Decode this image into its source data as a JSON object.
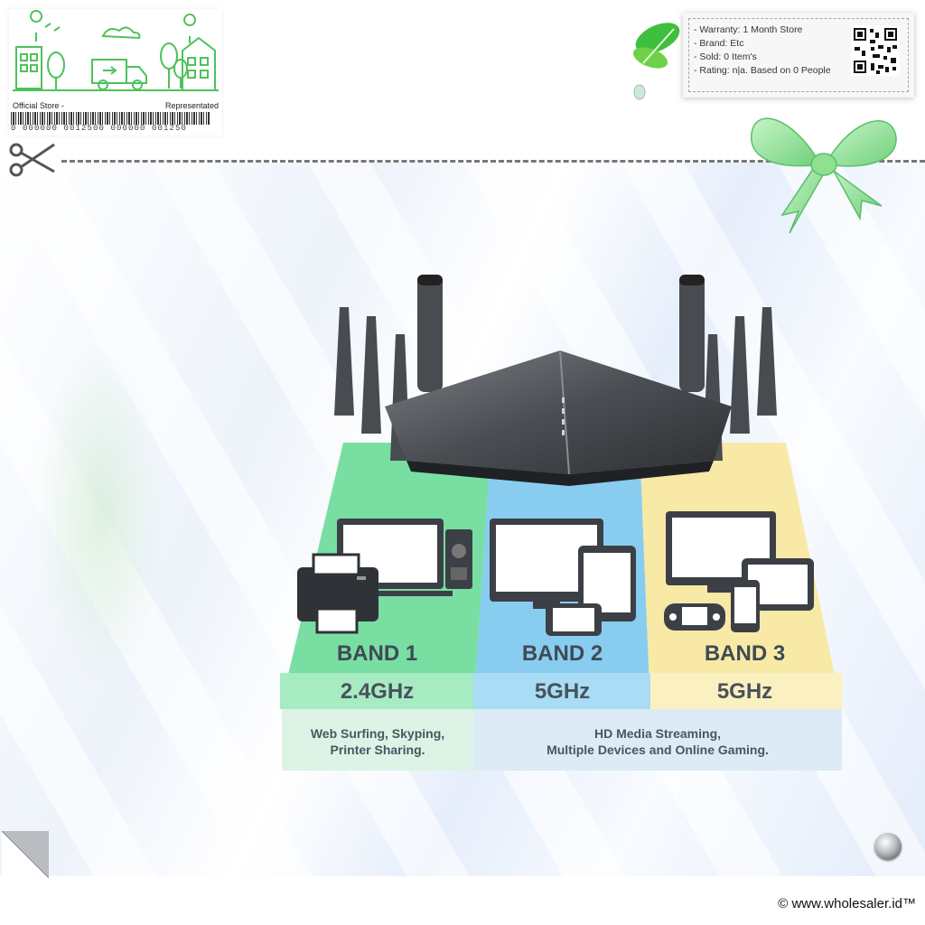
{
  "store_label": {
    "left_caption": "Official Store -",
    "right_caption": "Representаted",
    "barcode_text": "0 000000 0012500 000000 001250"
  },
  "info_card": {
    "warranty": "- Warranty: 1 Month Store",
    "brand": "- Brand: Etc",
    "sold": "- Sold: 0 Item's",
    "rating": "- Rating: n|a. Based on 0 People"
  },
  "bands": [
    {
      "title": "BAND 1",
      "frequency": "2.4GHz",
      "color": "#6fdc9c"
    },
    {
      "title": "BAND 2",
      "frequency": "5GHz",
      "color": "#7cc6ee"
    },
    {
      "title": "BAND 3",
      "frequency": "5GHz",
      "color": "#f7e69a"
    }
  ],
  "descriptions": {
    "band1_line1": "Web Surfing, Skyping,",
    "band1_line2": "Printer Sharing.",
    "band23_line1": "HD Media Streaming,",
    "band23_line2": "Multiple Devices and Online Gaming."
  },
  "icons": [
    "scissors-icon",
    "leaf-icon",
    "ribbon-bow-icon",
    "qr-code-icon",
    "printer-icon",
    "monitor-icon",
    "speaker-icon",
    "tablet-icon",
    "phone-icon",
    "game-console-icon",
    "page-curl-icon",
    "metal-button-icon"
  ],
  "footer": "© www.wholesaler.id™"
}
